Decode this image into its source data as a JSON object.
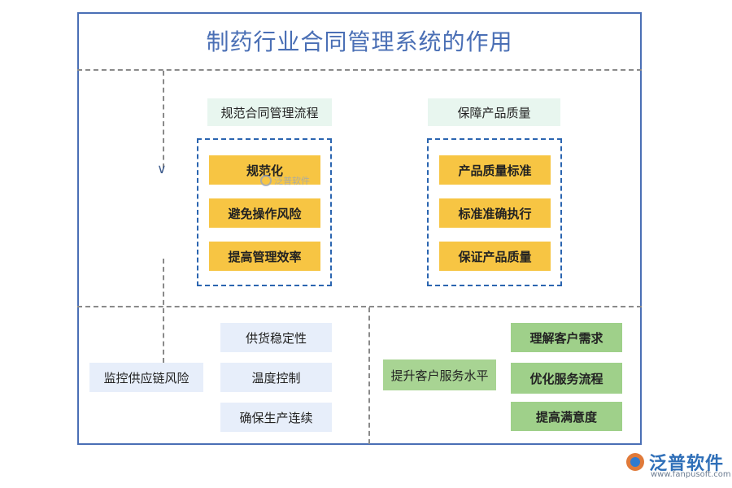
{
  "title": "制药行业合同管理系统的作用",
  "sections": {
    "norm": {
      "header": "规范合同管理流程",
      "items": [
        "规范化",
        "避免操作风险",
        "提高管理效率"
      ]
    },
    "quality": {
      "header": "保障产品质量",
      "items": [
        "产品质量标准",
        "标准准确执行",
        "保证产品质量"
      ]
    },
    "supply": {
      "header": "监控供应链风险",
      "items": [
        "供货稳定性",
        "温度控制",
        "确保生产连续"
      ]
    },
    "service": {
      "header": "提升客户服务水平",
      "items": [
        "理解客户需求",
        "优化服务流程",
        "提高满意度"
      ]
    }
  },
  "watermark": {
    "center_text": "泛普软件",
    "brand": "泛普软件",
    "url": "www.fanpusoft.com"
  },
  "colors": {
    "frame": "#4a6fb5",
    "title": "#4a6fb5",
    "yellow": "#f7c543",
    "green": "#9fd08a",
    "mint": "#e8f6ef",
    "lightblue": "#e7eefa",
    "dash_box": "#2b65b0"
  }
}
